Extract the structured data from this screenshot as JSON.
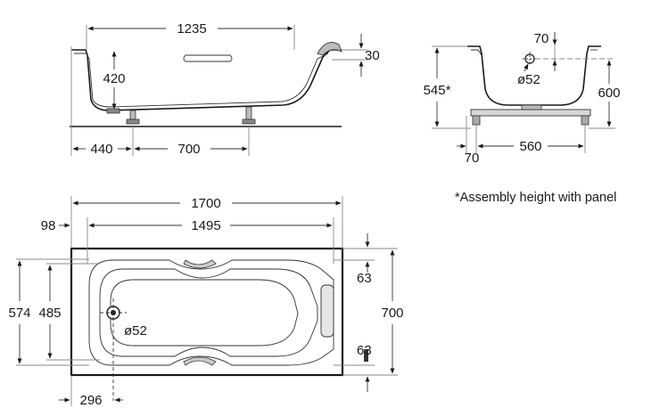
{
  "side_view": {
    "length_top": "1235",
    "depth_inner": "420",
    "rim": "30",
    "foot_offset": "440",
    "foot_spacing": "700"
  },
  "end_view": {
    "drain_offset": "70",
    "drain_diameter": "ø52",
    "assembly_height": "545*",
    "total_height": "600",
    "foot_inset": "70",
    "foot_width": "560"
  },
  "footnote": "*Assembly height with panel",
  "plan_view": {
    "total_length": "1700",
    "left_margin": "98",
    "inner_length": "1495",
    "width_outer": "574",
    "width_inner": "485",
    "drain_diameter": "ø52",
    "drain_position": "296",
    "rim_top": "63",
    "rim_bottom": "63",
    "total_width": "700"
  }
}
